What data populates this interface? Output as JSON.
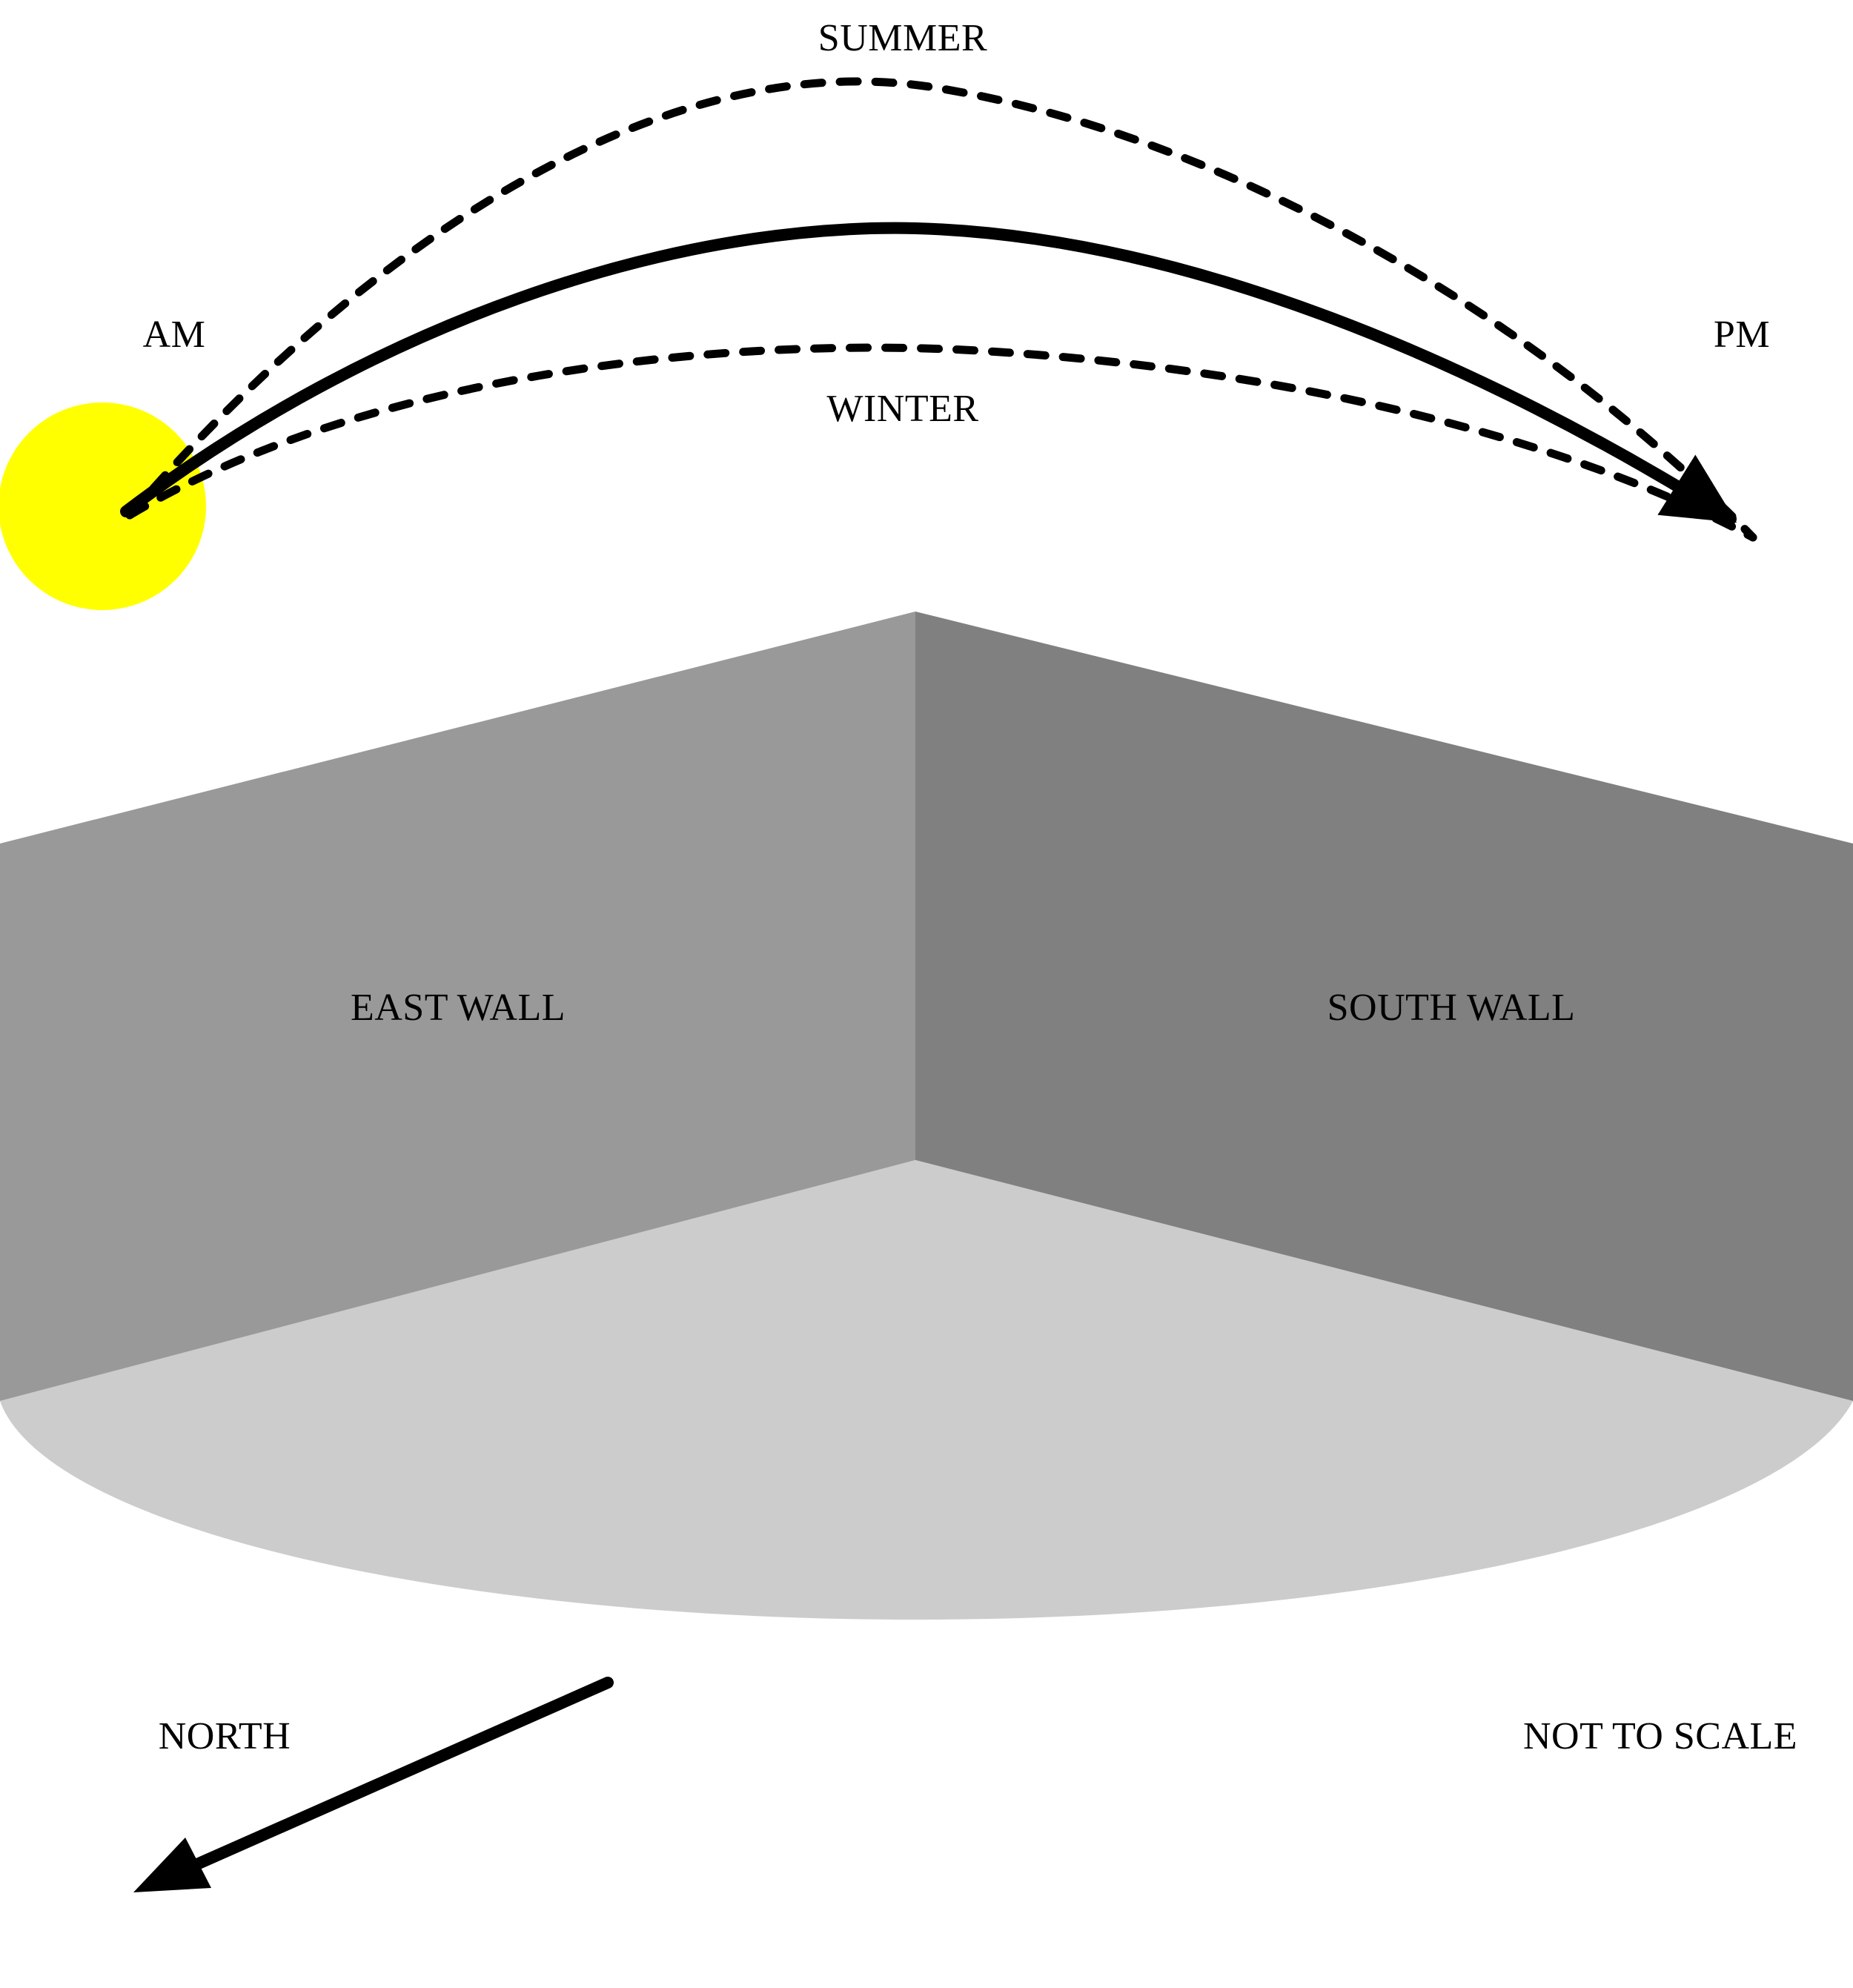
{
  "labels": {
    "summer": "SUMMER",
    "winter": "WINTER",
    "am": "AM",
    "pm": "PM",
    "east_wall": "EAST WALL",
    "south_wall": "SOUTH WALL",
    "north": "NORTH",
    "not_to_scale": "NOT TO SCALE"
  },
  "colors": {
    "sun": "#ffff00",
    "east_wall": "#999999",
    "south_wall": "#808080",
    "ground": "#cccccc",
    "ink": "#000000",
    "background": "#ffffff"
  }
}
